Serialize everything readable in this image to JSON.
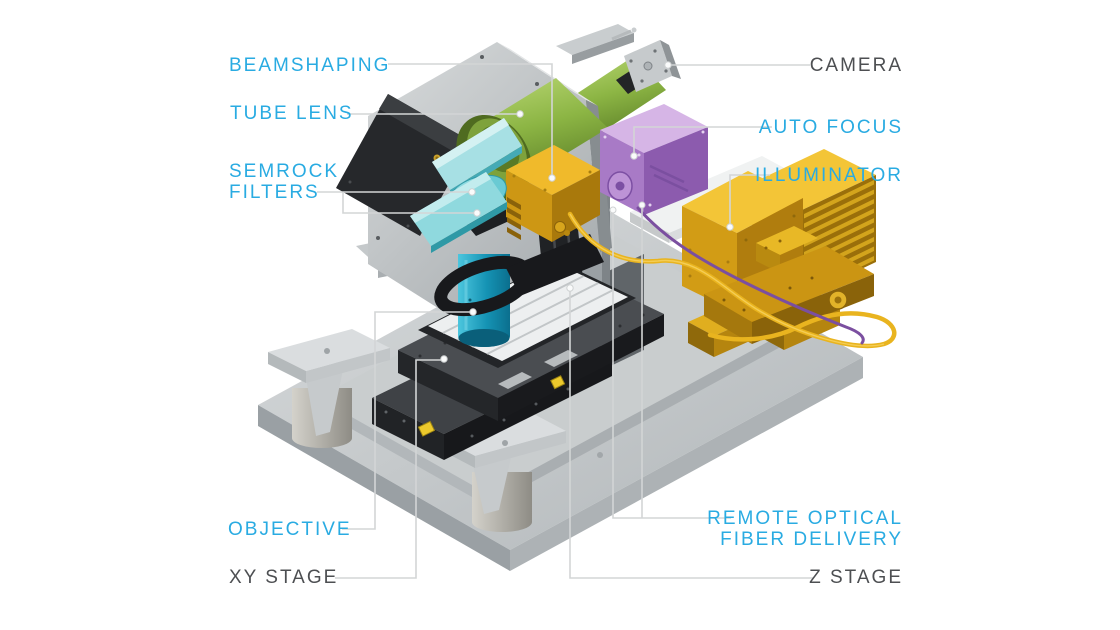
{
  "labels": {
    "beamshaping": {
      "text": "BEAMSHAPING",
      "color": "#29abe2"
    },
    "tube_lens": {
      "text": "TUBE LENS",
      "color": "#29abe2"
    },
    "semrock_filters": {
      "line1": "SEMROCK",
      "line2": "FILTERS",
      "color": "#29abe2"
    },
    "objective": {
      "text": "OBJECTIVE",
      "color": "#29abe2"
    },
    "xy_stage": {
      "text": "XY STAGE",
      "color": "#4d4f52"
    },
    "camera": {
      "text": "CAMERA",
      "color": "#4d4f52"
    },
    "auto_focus": {
      "text": "AUTO FOCUS",
      "color": "#29abe2"
    },
    "illuminator": {
      "text": "ILLUMINATOR",
      "color": "#29abe2"
    },
    "remote_optical_fiber_delivery": {
      "line1": "REMOTE OPTICAL",
      "line2": "FIBER DELIVERY",
      "color": "#29abe2"
    },
    "z_stage": {
      "text": "Z STAGE",
      "color": "#4d4f52"
    }
  },
  "palette": {
    "label_blue": "#29abe2",
    "label_dark_gray": "#4d4f52",
    "leader_line": "#d3d5d6",
    "machine_green": "#8cb544",
    "machine_gold": "#d9a41a",
    "machine_purple": "#a87ac6",
    "machine_cyan": "#8fd9de",
    "machine_teal": "#189ec0",
    "machine_gray": "#b7bcbe",
    "fiber_yellow": "#e9b41f",
    "fiber_purple": "#7b4fa0",
    "background": "#ffffff"
  }
}
